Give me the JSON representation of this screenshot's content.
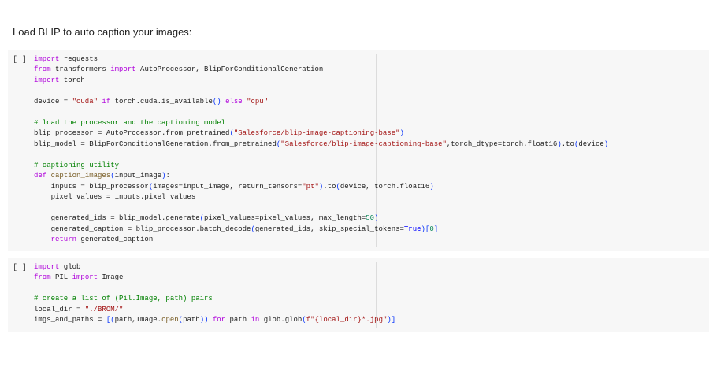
{
  "markdown": {
    "text": "Load BLIP to auto caption your images:"
  },
  "colors": {
    "keyword": "#af00db",
    "string": "#a31515",
    "comment": "#008000",
    "function": "#795e26",
    "bracket": "#0431fa",
    "number": "#098658",
    "cell_bg": "#f7f7f7"
  },
  "cells": [
    {
      "run_label": "[ ]",
      "lines": [
        [
          [
            "kw",
            "import"
          ],
          [
            "t",
            " requests"
          ]
        ],
        [
          [
            "kw",
            "from"
          ],
          [
            "t",
            " transformers "
          ],
          [
            "kw",
            "import"
          ],
          [
            "t",
            " AutoProcessor, BlipForConditionalGeneration"
          ]
        ],
        [
          [
            "kw",
            "import"
          ],
          [
            "t",
            " torch"
          ]
        ],
        [],
        [
          [
            "t",
            "device = "
          ],
          [
            "str",
            "\"cuda\""
          ],
          [
            "t",
            " "
          ],
          [
            "kw",
            "if"
          ],
          [
            "t",
            " torch.cuda.is_available"
          ],
          [
            "par",
            "()"
          ],
          [
            "t",
            " "
          ],
          [
            "kw",
            "else"
          ],
          [
            "t",
            " "
          ],
          [
            "str",
            "\"cpu\""
          ]
        ],
        [],
        [
          [
            "com",
            "# load the processor and the captioning model"
          ]
        ],
        [
          [
            "t",
            "blip_processor = AutoProcessor.from_pretrained"
          ],
          [
            "par",
            "("
          ],
          [
            "str",
            "\"Salesforce/blip-image-captioning-base\""
          ],
          [
            "par",
            ")"
          ]
        ],
        [
          [
            "t",
            "blip_model = BlipForConditionalGeneration.from_pretrained"
          ],
          [
            "par",
            "("
          ],
          [
            "str",
            "\"Salesforce/blip-image-captioning-base\""
          ],
          [
            "t",
            ",torch_dtype=torch.float16"
          ],
          [
            "par",
            ")"
          ],
          [
            "t",
            ".to"
          ],
          [
            "par",
            "("
          ],
          [
            "t",
            "device"
          ],
          [
            "par",
            ")"
          ]
        ],
        [],
        [
          [
            "com",
            "# captioning utility"
          ]
        ],
        [
          [
            "kw",
            "def"
          ],
          [
            "t",
            " "
          ],
          [
            "fn",
            "caption_images"
          ],
          [
            "par",
            "("
          ],
          [
            "t",
            "input_image"
          ],
          [
            "par",
            ")"
          ],
          [
            "t",
            ":"
          ]
        ],
        [
          [
            "t",
            "    inputs = blip_processor"
          ],
          [
            "par",
            "("
          ],
          [
            "t",
            "images=input_image, return_tensors="
          ],
          [
            "str",
            "\"pt\""
          ],
          [
            "par",
            ")"
          ],
          [
            "t",
            ".to"
          ],
          [
            "par",
            "("
          ],
          [
            "t",
            "device, torch.float16"
          ],
          [
            "par",
            ")"
          ]
        ],
        [
          [
            "t",
            "    pixel_values = inputs.pixel_values"
          ]
        ],
        [],
        [
          [
            "t",
            "    generated_ids = blip_model.generate"
          ],
          [
            "par",
            "("
          ],
          [
            "t",
            "pixel_values=pixel_values, max_length="
          ],
          [
            "num",
            "50"
          ],
          [
            "par",
            ")"
          ]
        ],
        [
          [
            "t",
            "    generated_caption = blip_processor.batch_decode"
          ],
          [
            "par",
            "("
          ],
          [
            "t",
            "generated_ids, skip_special_tokens="
          ],
          [
            "bi",
            "True"
          ],
          [
            "par",
            ")"
          ],
          [
            "par",
            "["
          ],
          [
            "num",
            "0"
          ],
          [
            "par",
            "]"
          ]
        ],
        [
          [
            "t",
            "    "
          ],
          [
            "kw",
            "return"
          ],
          [
            "t",
            " generated_caption"
          ]
        ]
      ]
    },
    {
      "run_label": "[ ]",
      "lines": [
        [
          [
            "kw",
            "import"
          ],
          [
            "t",
            " glob"
          ]
        ],
        [
          [
            "kw",
            "from"
          ],
          [
            "t",
            " PIL "
          ],
          [
            "kw",
            "import"
          ],
          [
            "t",
            " Image"
          ]
        ],
        [],
        [
          [
            "com",
            "# create a list of (Pil.Image, path) pairs"
          ]
        ],
        [
          [
            "t",
            "local_dir = "
          ],
          [
            "str",
            "\"./BROM/\""
          ]
        ],
        [
          [
            "t",
            "imgs_and_paths = "
          ],
          [
            "par",
            "[("
          ],
          [
            "t",
            "path,Image."
          ],
          [
            "fn",
            "open"
          ],
          [
            "par",
            "("
          ],
          [
            "t",
            "path"
          ],
          [
            "par",
            "))"
          ],
          [
            "t",
            " "
          ],
          [
            "kw",
            "for"
          ],
          [
            "t",
            " path "
          ],
          [
            "kw",
            "in"
          ],
          [
            "t",
            " glob.glob"
          ],
          [
            "par",
            "("
          ],
          [
            "str",
            "f\"{local_dir}*.jpg\""
          ],
          [
            "par",
            ")]"
          ]
        ]
      ]
    }
  ]
}
